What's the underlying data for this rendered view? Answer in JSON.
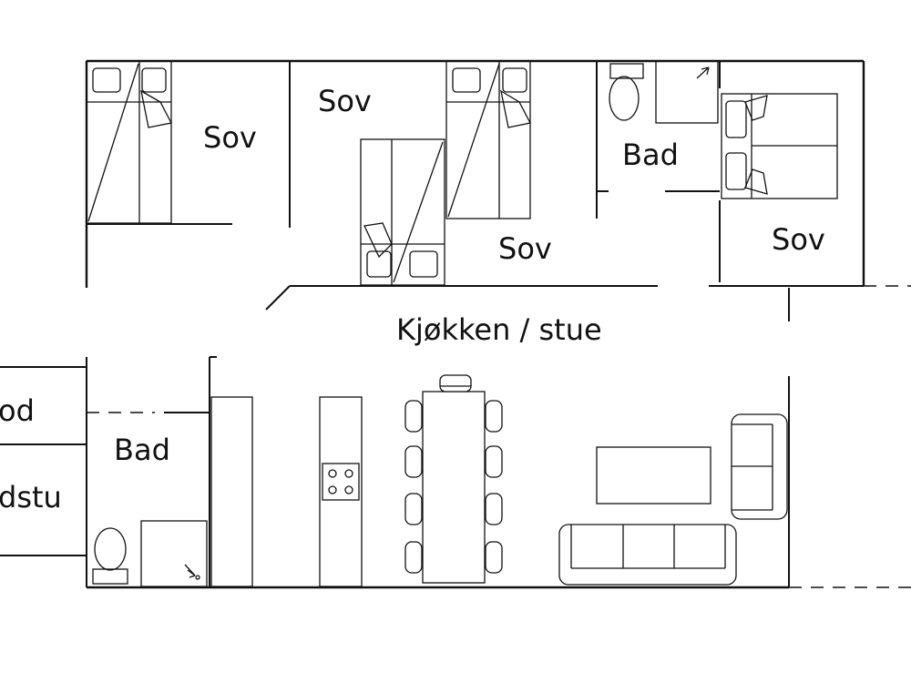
{
  "rooms": {
    "sov_1": "Sov",
    "sov_2": "Sov",
    "sov_3": "Sov",
    "sov_4": "Sov",
    "bad_upper": "Bad",
    "bad_lower": "Bad",
    "kitchen_living": "Kjøkken / stue",
    "left_room_upper_partial": "od",
    "left_room_lower_partial": "dstu"
  },
  "colors": {
    "line": "#111111",
    "background": "#ffffff"
  }
}
